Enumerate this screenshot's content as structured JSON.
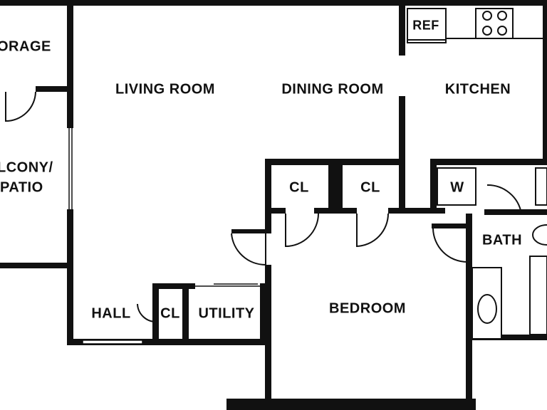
{
  "plan": {
    "ink": "#111111",
    "paper": "#ffffff",
    "rooms": {
      "storage": "ORAGE",
      "balcony_line1": "LCONY/",
      "balcony_line2": "PATIO",
      "living": "LIVING ROOM",
      "dining": "DINING ROOM",
      "kitchen": "KITCHEN",
      "closet_left": "CL",
      "closet_right": "CL",
      "washer": "W",
      "bath": "BATH",
      "hall": "HALL",
      "hall_closet": "CL",
      "utility": "UTILITY",
      "bedroom": "BEDROOM"
    },
    "fixtures": {
      "refrigerator": "REF",
      "stove": "stove-icon",
      "sink": "sink-icon",
      "tub": "bathtub-icon",
      "toilet": "toilet-icon"
    }
  }
}
